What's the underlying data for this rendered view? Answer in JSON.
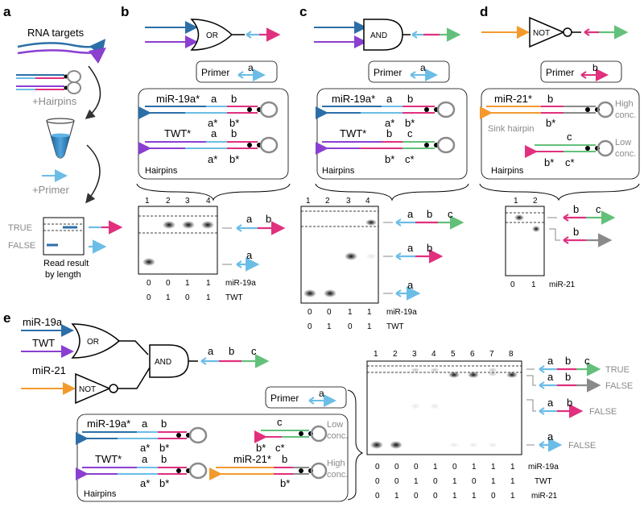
{
  "colors": {
    "blue": "#2c6fa8",
    "purple": "#8a3fd1",
    "orange": "#f29a2e",
    "light_blue": "#6cbde6",
    "magenta": "#e0307e",
    "green": "#63c07a",
    "grey": "#8a8a8a"
  },
  "panel_a": {
    "letter": "a",
    "rna_targets": "RNA targets",
    "plus_hairpins": "+Hairpins",
    "plus_primer": "+Primer",
    "true_label": "TRUE",
    "false_label": "FALSE",
    "read_result_1": "Read result",
    "read_result_2": "by length"
  },
  "panel_b": {
    "letter": "b",
    "gate": "OR",
    "primer": "Primer",
    "primer_domain": "a",
    "hp1_name": "miR-19a*",
    "hp2_name": "TWT*",
    "hp1_top": [
      "a",
      "b"
    ],
    "hp1_bot": [
      "a*",
      "b*"
    ],
    "hp2_top": [
      "a",
      "b"
    ],
    "hp2_bot": [
      "a*",
      "b*"
    ],
    "hairpins": "Hairpins",
    "lanes": [
      "1",
      "2",
      "3",
      "4"
    ],
    "row1": [
      "0",
      "0",
      "1",
      "1"
    ],
    "row2": [
      "0",
      "1",
      "0",
      "1"
    ],
    "row1_label": "miR-19a",
    "row2_label": "TWT",
    "product_top": [
      "a",
      "b"
    ],
    "product_bottom": [
      "a"
    ]
  },
  "panel_c": {
    "letter": "c",
    "gate": "AND",
    "primer": "Primer",
    "primer_domain": "a",
    "hp1_name": "miR-19a*",
    "hp2_name": "TWT*",
    "hp1_top": [
      "a",
      "b"
    ],
    "hp1_bot": [
      "a*",
      "b*"
    ],
    "hp2_top": [
      "b",
      "c"
    ],
    "hp2_bot": [
      "b*",
      "c*"
    ],
    "hairpins": "Hairpins",
    "lanes": [
      "1",
      "2",
      "3",
      "4"
    ],
    "row1": [
      "0",
      "0",
      "1",
      "1"
    ],
    "row2": [
      "0",
      "1",
      "0",
      "1"
    ],
    "row1_label": "miR-19a",
    "row2_label": "TWT",
    "product_top": [
      "a",
      "b",
      "c"
    ],
    "product_mid": [
      "a",
      "b"
    ],
    "product_bottom": [
      "a"
    ]
  },
  "panel_d": {
    "letter": "d",
    "gate": "NOT",
    "primer": "Primer",
    "primer_domain": "b",
    "hp1_name": "miR-21*",
    "hp1_top": [
      "b"
    ],
    "hp1_bot": [
      "b*"
    ],
    "high_conc_1": "High",
    "high_conc_2": "conc.",
    "sink_hairpin": "Sink hairpin",
    "low_conc_1": "Low",
    "low_conc_2": "conc.",
    "hp2_top": [
      "c"
    ],
    "hp2_bot": [
      "b*",
      "c*"
    ],
    "hairpins": "Hairpins",
    "lanes": [
      "1",
      "2"
    ],
    "row1": [
      "0",
      "1"
    ],
    "row1_label": "miR-21",
    "product_top": [
      "b",
      "c"
    ],
    "product_bottom": [
      "b"
    ]
  },
  "panel_e": {
    "letter": "e",
    "input1": "miR-19a",
    "input2": "TWT",
    "input3": "miR-21",
    "gate_or": "OR",
    "gate_and": "AND",
    "gate_not": "NOT",
    "output_domains": [
      "a",
      "b",
      "c"
    ],
    "primer": "Primer",
    "primer_domain": "a",
    "hp1_name": "miR-19a*",
    "hp1_top": [
      "a",
      "b"
    ],
    "hp1_bot": [
      "a*",
      "b*"
    ],
    "hp2_name": "TWT*",
    "hp2_top": [
      "a",
      "b"
    ],
    "hp2_bot": [
      "a*",
      "b*"
    ],
    "hp3_top": [
      "c"
    ],
    "hp3_bot": [
      "b*",
      "c*"
    ],
    "low_conc_1": "Low",
    "low_conc_2": "conc.",
    "hp4_name": "miR-21*",
    "hp4_top": [
      "b"
    ],
    "hp4_bot": [
      "b*"
    ],
    "high_conc_1": "High",
    "high_conc_2": "conc.",
    "hairpins": "Hairpins",
    "lanes": [
      "1",
      "2",
      "3",
      "4",
      "5",
      "6",
      "7",
      "8"
    ],
    "row1": [
      "0",
      "0",
      "0",
      "1",
      "0",
      "1",
      "1",
      "1"
    ],
    "row2": [
      "0",
      "0",
      "1",
      "0",
      "1",
      "0",
      "1",
      "1"
    ],
    "row3": [
      "0",
      "1",
      "0",
      "0",
      "1",
      "1",
      "0",
      "1"
    ],
    "row1_label": "miR-19a",
    "row2_label": "TWT",
    "row3_label": "miR-21",
    "product1": [
      "a",
      "b",
      "c"
    ],
    "product1_result": "TRUE",
    "product2": [
      "a",
      "b"
    ],
    "product2_result": "FALSE",
    "product3": [
      "a",
      "b"
    ],
    "product3_result": "FALSE",
    "product4": [
      "a"
    ],
    "product4_result": "FALSE"
  }
}
